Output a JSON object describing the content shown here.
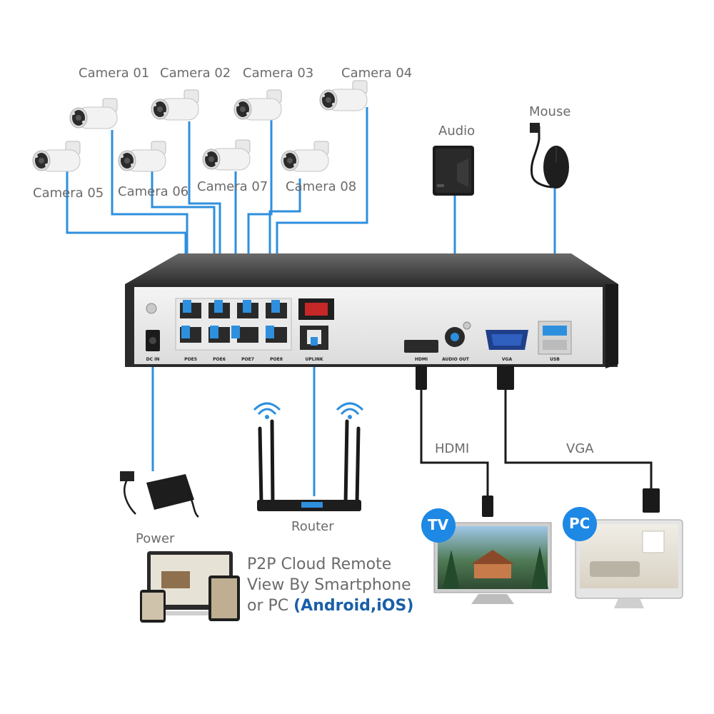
{
  "cameras": [
    {
      "label": "Camera 01"
    },
    {
      "label": "Camera 02"
    },
    {
      "label": "Camera 03"
    },
    {
      "label": "Camera 04"
    },
    {
      "label": "Camera 05"
    },
    {
      "label": "Camera 06"
    },
    {
      "label": "Camera 07"
    },
    {
      "label": "Camera 08"
    }
  ],
  "devices": {
    "audio": "Audio",
    "mouse": "Mouse",
    "power": "Power",
    "router": "Router",
    "tv_badge": "TV",
    "pc_badge": "PC"
  },
  "cables": {
    "hdmi": "HDMI",
    "vga": "VGA"
  },
  "nvr_ports": {
    "poe5": "POE5",
    "poe6": "POE6",
    "poe7": "POE7",
    "poe8": "POE8",
    "dcin": "DC IN",
    "uplink": "UPLINK",
    "hdmi": "HDMI",
    "audio_out": "AUDIO OUT",
    "vga": "VGA",
    "usb": "USB"
  },
  "p2p": {
    "line1": "P2P Cloud Remote",
    "line2": "View By Smartphone",
    "line3_prefix": "or PC ",
    "line3_highlight": "(Android,iOS)"
  },
  "colors": {
    "cable_blue": "#2e8fde",
    "cable_black": "#1a1a1a",
    "badge_blue": "#1e88e5",
    "label_gray": "#6b6b6b",
    "highlight_blue": "#1a5fa8"
  }
}
